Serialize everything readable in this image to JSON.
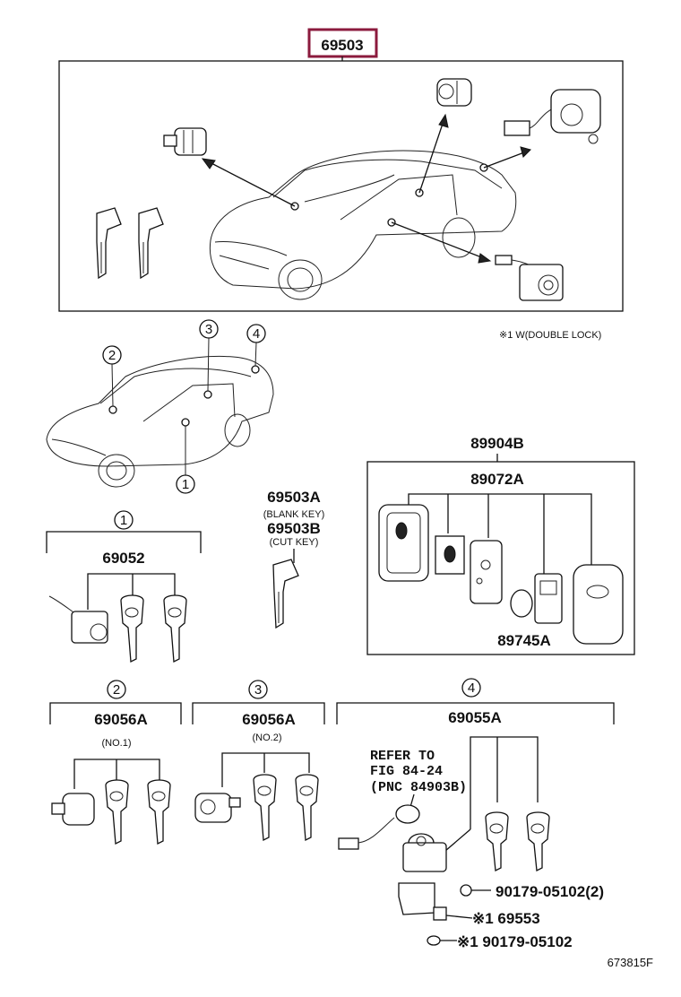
{
  "header": {
    "part_number": "69503",
    "highlight_color": "#8b1a3d"
  },
  "footnote": "※1 W(DOUBLE LOCK)",
  "callouts": {
    "c1": "1",
    "c2": "2",
    "c3": "3",
    "c4": "4"
  },
  "group1": {
    "title": "69052"
  },
  "keys": {
    "blank": "69503A",
    "blank_note": "(BLANK KEY)",
    "cut": "69503B",
    "cut_note": "(CUT KEY)"
  },
  "smart_key": {
    "outer": "89904B",
    "inner": "89072A",
    "battery": "89745A"
  },
  "group2": {
    "title": "69056A",
    "sub": "(NO.1)"
  },
  "group3": {
    "title": "69056A",
    "sub": "(NO.2)"
  },
  "group4": {
    "title": "69055A",
    "refer_line1": "REFER TO",
    "refer_line2": "FIG 84-24",
    "refer_line3": "(PNC 84903B)",
    "screw1": "90179-05102(2)",
    "cover": "※1 69553",
    "screw2": "※1 90179-05102"
  },
  "image_code": "673815F",
  "icons": [
    "lock-cylinder-icon",
    "key-icon",
    "smart-key-icon",
    "battery-icon",
    "car-icon"
  ]
}
